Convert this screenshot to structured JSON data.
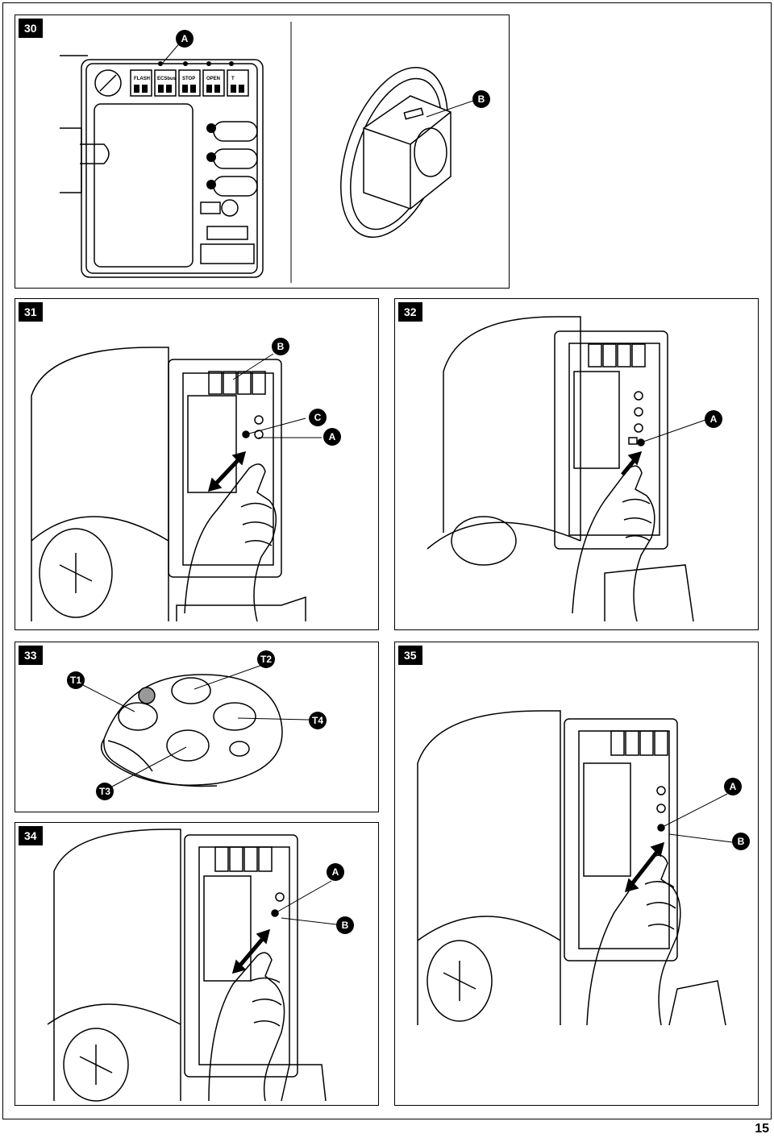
{
  "figures": {
    "f30": {
      "number": "30",
      "labels": {
        "a": "A",
        "b": "B"
      },
      "terminals": [
        "FLASH",
        "ECSbus",
        "STOP",
        "OPEN",
        "T"
      ]
    },
    "f31": {
      "number": "31",
      "labels": {
        "a": "A",
        "b": "B",
        "c": "C"
      }
    },
    "f32": {
      "number": "32",
      "labels": {
        "a": "A"
      }
    },
    "f33": {
      "number": "33",
      "labels": {
        "t1": "T1",
        "t2": "T2",
        "t3": "T3",
        "t4": "T4"
      }
    },
    "f34": {
      "number": "34",
      "labels": {
        "a": "A",
        "b": "B"
      }
    },
    "f35": {
      "number": "35",
      "labels": {
        "a": "A",
        "b": "B"
      }
    }
  },
  "page_number": "15"
}
